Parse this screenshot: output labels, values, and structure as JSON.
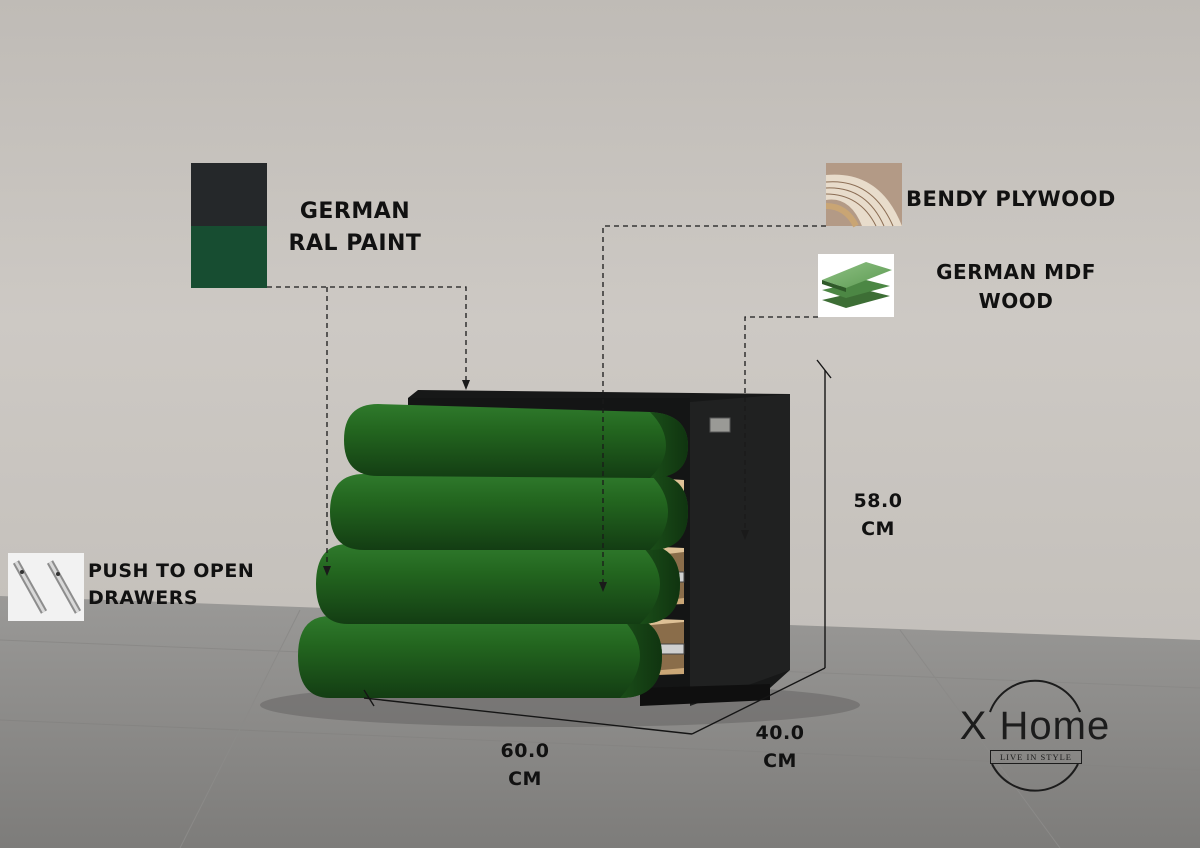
{
  "labels": {
    "paint": [
      "GERMAN",
      "RAL PAINT"
    ],
    "plywood": "BENDY PLYWOOD",
    "mdf": [
      "GERMAN MDF",
      "WOOD"
    ],
    "drawers": [
      "PUSH TO OPEN",
      "DRAWERS"
    ]
  },
  "dimensions": {
    "height": [
      "58.0",
      "CM"
    ],
    "width": [
      "60.0",
      "CM"
    ],
    "depth": [
      "40.0",
      "CM"
    ]
  },
  "logo": {
    "name": "X Home",
    "tagline": "LIVE IN STYLE"
  },
  "colors": {
    "wall": "#c8c4bf",
    "floor": "#8e8e8b",
    "cabinet": "#1b1c1c",
    "drawer_green": "#1f5f20",
    "swatch_dark": "#25282a",
    "swatch_green": "#174d31",
    "plywood": "#d7b98f"
  }
}
